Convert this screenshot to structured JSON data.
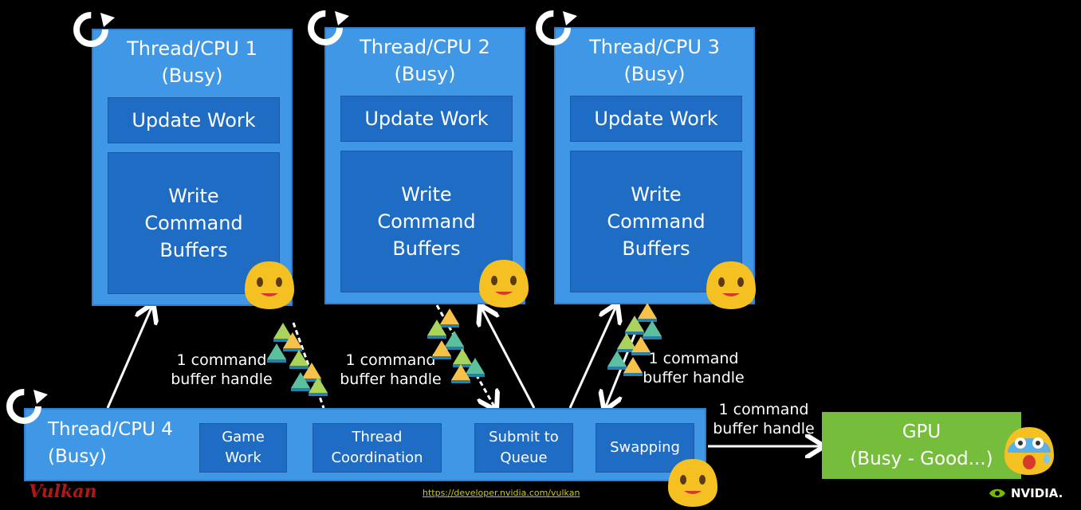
{
  "threads": [
    {
      "title": "Thread/CPU 1",
      "status": "(Busy)",
      "update": "Update Work",
      "write": "Write\nCommand\nBuffers"
    },
    {
      "title": "Thread/CPU 2",
      "status": "(Busy)",
      "update": "Update Work",
      "write": "Write\nCommand\nBuffers"
    },
    {
      "title": "Thread/CPU 3",
      "status": "(Busy)",
      "update": "Update Work",
      "write": "Write\nCommand\nBuffers"
    }
  ],
  "main_thread": {
    "title": "Thread/CPU 4",
    "status": "(Busy)",
    "tasks": [
      "Game\nWork",
      "Thread\nCoordination",
      "Submit to\nQueue",
      "Swapping"
    ]
  },
  "labels": {
    "handle": "1 command\nbuffer handle"
  },
  "gpu": {
    "text": "GPU\n(Busy - Good...)"
  },
  "footer": {
    "url": "https://developer.nvidia.com/vulkan",
    "vulkan": "Vulkan",
    "nvidia": "NVIDIA."
  },
  "colors": {
    "box": "#3f97e6",
    "inner": "#1f6cc5",
    "gpu": "#76bd3c"
  }
}
